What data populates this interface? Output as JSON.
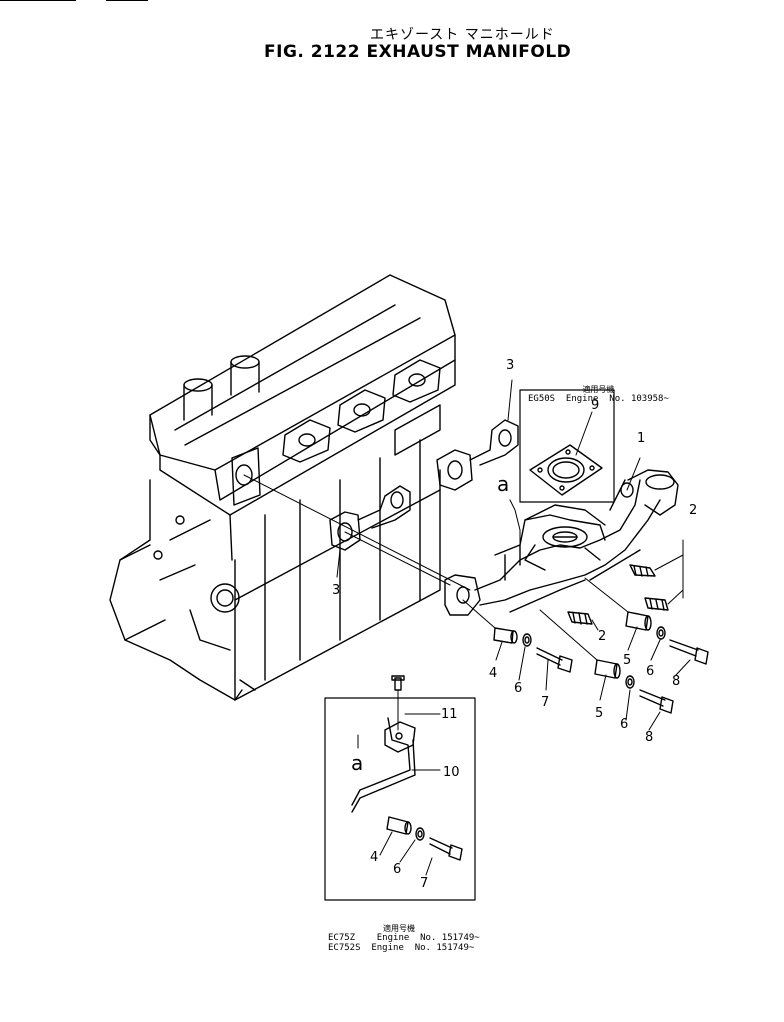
{
  "title": {
    "japanese": "エキゾースト マニホールド",
    "english": "FIG. 2122  EXHAUST MANIFOLD"
  },
  "callouts": {
    "c1": "1",
    "c2a": "2",
    "c2b": "2",
    "c3a": "3",
    "c3b": "3",
    "c4a": "4",
    "c4b": "4",
    "c5a": "5",
    "c5b": "5",
    "c6a": "6",
    "c6b": "6",
    "c6c": "6",
    "c6d": "6",
    "c7a": "7",
    "c7b": "7",
    "c8a": "8",
    "c8b": "8",
    "c9": "9",
    "c10": "10",
    "c11": "11",
    "a1": "a",
    "a2": "a"
  },
  "note_top": {
    "header": "適用号機",
    "line1": "EG50S  Engine  No. 103958~"
  },
  "note_bottom": {
    "header": "適用号機",
    "line1": "EC75Z    Engine  No. 151749~",
    "line2": "EC752S  Engine  No. 151749~"
  }
}
